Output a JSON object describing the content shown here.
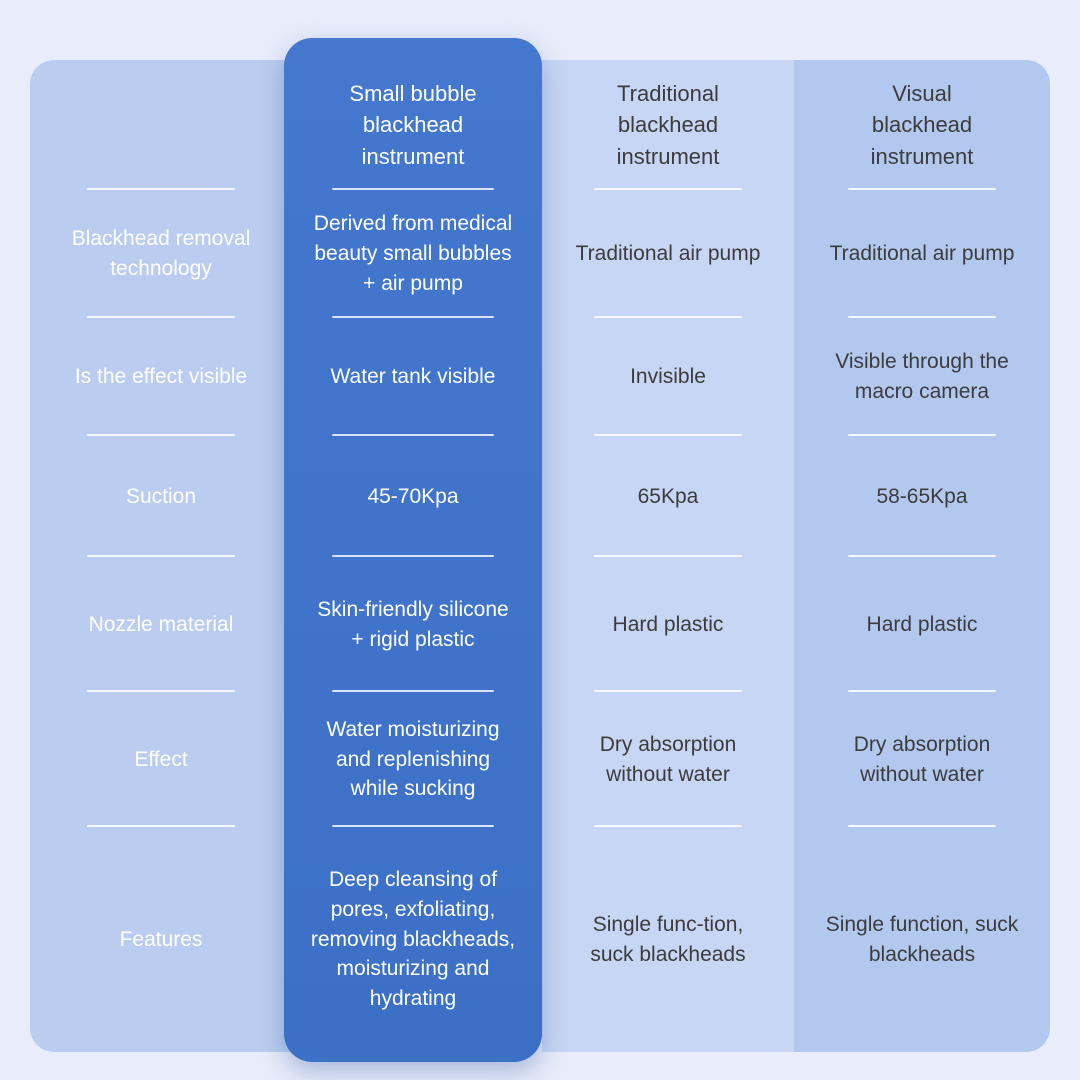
{
  "page": {
    "background_color": "#e9edfb"
  },
  "colors": {
    "accent_column": "#3d73c8",
    "labels_column": "#bacdf0",
    "traditional_column": "#c7d6f4",
    "visual_column": "#b3c8ef",
    "accent_text": "#ffffff",
    "body_text": "#3c3c3c"
  },
  "chart_data": {
    "type": "table",
    "columns": [
      "",
      "Small bubble blackhead instrument",
      "Traditional blackhead instrument",
      "Visual blackhead instrument"
    ],
    "highlighted_column": "Small bubble blackhead instrument",
    "rows": [
      [
        "Blackhead removal technology",
        "Derived from medical beauty small bubbles + air pump",
        "Traditional air pump",
        "Traditional air pump"
      ],
      [
        "Is the effect visible",
        "Water tank visible",
        "Invisible",
        "Visible through the macro camera"
      ],
      [
        "Suction",
        "45-70Kpa",
        "65Kpa",
        "58-65Kpa"
      ],
      [
        "Nozzle material",
        "Skin-friendly silicone + rigid plastic",
        "Hard plastic",
        "Hard plastic"
      ],
      [
        "Effect",
        "Water moisturizing and replenishing while sucking",
        "Dry absorption without water",
        "Dry absorption without water"
      ],
      [
        "Features",
        "Deep cleansing of pores, exfoliating, removing blackheads, moisturizing and hydrating",
        "Single func-tion, suck blackheads",
        "Single function, suck blackheads"
      ]
    ]
  }
}
